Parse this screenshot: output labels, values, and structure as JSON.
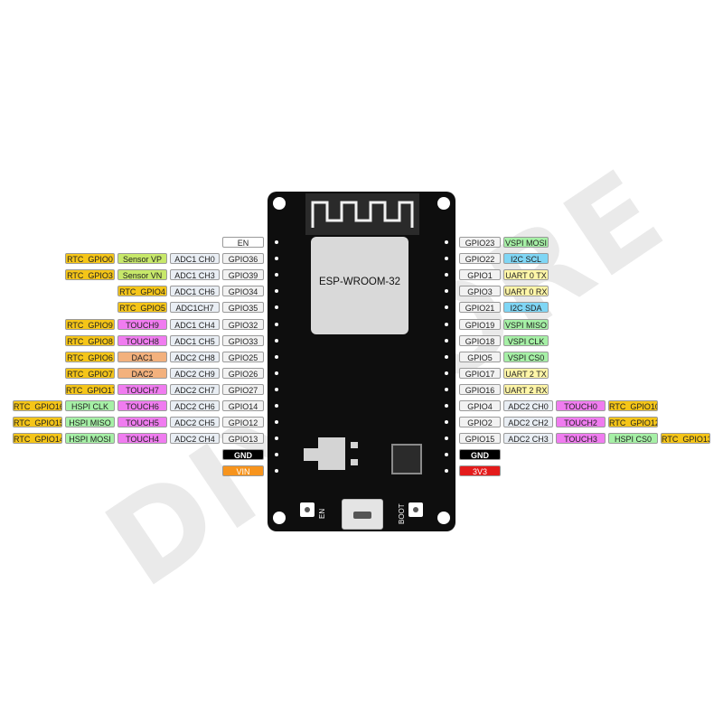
{
  "board": {
    "module_label": "ESP-WROOM-32",
    "button_en_label": "EN",
    "button_boot_label": "BOOT"
  },
  "watermark": "DIYMORE",
  "colors": {
    "rtc": "#f5c518",
    "sensor": "#c7e86a",
    "adc": "#e9eef4",
    "gpio": "#f2f2f2",
    "touch": "#f07cf0",
    "dac": "#f3b17d",
    "hspi": "#a6f0a6",
    "vspi": "#a6f0a6",
    "i2c": "#7fd6f5",
    "uart": "#fff6a8",
    "gnd": "#000000",
    "vin": "#f7941d",
    "v33": "#e41b1b",
    "en": "#ffffff"
  },
  "left_pins": [
    {
      "labels": [
        {
          "text": "EN",
          "type": "en"
        }
      ]
    },
    {
      "labels": [
        {
          "text": "RTC_GPIO0",
          "type": "rtc"
        },
        {
          "text": "Sensor VP",
          "type": "sensor"
        },
        {
          "text": "ADC1 CH0",
          "type": "adc"
        },
        {
          "text": "GPIO36",
          "type": "gpio"
        }
      ]
    },
    {
      "labels": [
        {
          "text": "RTC_GPIO3",
          "type": "rtc"
        },
        {
          "text": "Sensor VN",
          "type": "sensor"
        },
        {
          "text": "ADC1 CH3",
          "type": "adc"
        },
        {
          "text": "GPIO39",
          "type": "gpio"
        }
      ]
    },
    {
      "labels": [
        {
          "text": "RTC_GPIO4",
          "type": "rtc"
        },
        {
          "text": "ADC1 CH6",
          "type": "adc"
        },
        {
          "text": "GPIO34",
          "type": "gpio"
        }
      ]
    },
    {
      "labels": [
        {
          "text": "RTC_GPIO5",
          "type": "rtc"
        },
        {
          "text": "ADC1CH7",
          "type": "adc"
        },
        {
          "text": "GPIO35",
          "type": "gpio"
        }
      ]
    },
    {
      "labels": [
        {
          "text": "RTC_GPIO9",
          "type": "rtc"
        },
        {
          "text": "TOUCH9",
          "type": "touch"
        },
        {
          "text": "ADC1 CH4",
          "type": "adc"
        },
        {
          "text": "GPIO32",
          "type": "gpio"
        }
      ]
    },
    {
      "labels": [
        {
          "text": "RTC_GPIO8",
          "type": "rtc"
        },
        {
          "text": "TOUCH8",
          "type": "touch"
        },
        {
          "text": "ADC1 CH5",
          "type": "adc"
        },
        {
          "text": "GPIO33",
          "type": "gpio"
        }
      ]
    },
    {
      "labels": [
        {
          "text": "RTC_GPIO6",
          "type": "rtc"
        },
        {
          "text": "DAC1",
          "type": "dac"
        },
        {
          "text": "ADC2 CH8",
          "type": "adc"
        },
        {
          "text": "GPIO25",
          "type": "gpio"
        }
      ]
    },
    {
      "labels": [
        {
          "text": "RTC_GPIO7",
          "type": "rtc"
        },
        {
          "text": "DAC2",
          "type": "dac"
        },
        {
          "text": "ADC2 CH9",
          "type": "adc"
        },
        {
          "text": "GPIO26",
          "type": "gpio"
        }
      ]
    },
    {
      "labels": [
        {
          "text": "RTC_GPIO17",
          "type": "rtc"
        },
        {
          "text": "TOUCH7",
          "type": "touch"
        },
        {
          "text": "ADC2 CH7",
          "type": "adc"
        },
        {
          "text": "GPIO27",
          "type": "gpio"
        }
      ]
    },
    {
      "labels": [
        {
          "text": "RTC_GPIO16",
          "type": "rtc"
        },
        {
          "text": "HSPI CLK",
          "type": "hspi"
        },
        {
          "text": "TOUCH6",
          "type": "touch"
        },
        {
          "text": "ADC2 CH6",
          "type": "adc"
        },
        {
          "text": "GPIO14",
          "type": "gpio"
        }
      ]
    },
    {
      "labels": [
        {
          "text": "RTC_GPIO15",
          "type": "rtc"
        },
        {
          "text": "HSPI MISO",
          "type": "hspi"
        },
        {
          "text": "TOUCH5",
          "type": "touch"
        },
        {
          "text": "ADC2 CH5",
          "type": "adc"
        },
        {
          "text": "GPIO12",
          "type": "gpio"
        }
      ]
    },
    {
      "labels": [
        {
          "text": "RTC_GPIO14",
          "type": "rtc"
        },
        {
          "text": "HSPI MOSI",
          "type": "hspi"
        },
        {
          "text": "TOUCH4",
          "type": "touch"
        },
        {
          "text": "ADC2 CH4",
          "type": "adc"
        },
        {
          "text": "GPIO13",
          "type": "gpio"
        }
      ]
    },
    {
      "labels": [
        {
          "text": "GND",
          "type": "gnd"
        }
      ]
    },
    {
      "labels": [
        {
          "text": "VIN",
          "type": "vin"
        }
      ]
    }
  ],
  "right_pins": [
    {
      "labels": [
        {
          "text": "GPIO23",
          "type": "gpio"
        },
        {
          "text": "VSPI MOSI",
          "type": "vspi"
        }
      ]
    },
    {
      "labels": [
        {
          "text": "GPIO22",
          "type": "gpio"
        },
        {
          "text": "I2C SCL",
          "type": "i2c"
        }
      ]
    },
    {
      "labels": [
        {
          "text": "GPIO1",
          "type": "gpio"
        },
        {
          "text": "UART 0 TX",
          "type": "uart"
        }
      ]
    },
    {
      "labels": [
        {
          "text": "GPIO3",
          "type": "gpio"
        },
        {
          "text": "UART 0 RX",
          "type": "uart"
        }
      ]
    },
    {
      "labels": [
        {
          "text": "GPIO21",
          "type": "gpio"
        },
        {
          "text": "I2C SDA",
          "type": "i2c"
        }
      ]
    },
    {
      "labels": [
        {
          "text": "GPIO19",
          "type": "gpio"
        },
        {
          "text": "VSPI MISO",
          "type": "vspi"
        }
      ]
    },
    {
      "labels": [
        {
          "text": "GPIO18",
          "type": "gpio"
        },
        {
          "text": "VSPI CLK",
          "type": "vspi"
        }
      ]
    },
    {
      "labels": [
        {
          "text": "GPIO5",
          "type": "gpio"
        },
        {
          "text": "VSPI CS0",
          "type": "vspi"
        }
      ]
    },
    {
      "labels": [
        {
          "text": "GPIO17",
          "type": "gpio"
        },
        {
          "text": "UART 2 TX",
          "type": "uart"
        }
      ]
    },
    {
      "labels": [
        {
          "text": "GPIO16",
          "type": "gpio"
        },
        {
          "text": "UART 2 RX",
          "type": "uart"
        }
      ]
    },
    {
      "labels": [
        {
          "text": "GPIO4",
          "type": "gpio"
        },
        {
          "text": "ADC2 CH0",
          "type": "adc"
        },
        {
          "text": "TOUCH0",
          "type": "touch"
        },
        {
          "text": "RTC_GPIO10",
          "type": "rtc"
        }
      ]
    },
    {
      "labels": [
        {
          "text": "GPIO2",
          "type": "gpio"
        },
        {
          "text": "ADC2 CH2",
          "type": "adc"
        },
        {
          "text": "TOUCH2",
          "type": "touch"
        },
        {
          "text": "RTC_GPIO12",
          "type": "rtc"
        }
      ]
    },
    {
      "labels": [
        {
          "text": "GPIO15",
          "type": "gpio"
        },
        {
          "text": "ADC2 CH3",
          "type": "adc"
        },
        {
          "text": "TOUCH3",
          "type": "touch"
        },
        {
          "text": "HSPI CS0",
          "type": "hspi"
        },
        {
          "text": "RTC_GPIO13",
          "type": "rtc"
        }
      ]
    },
    {
      "labels": [
        {
          "text": "GND",
          "type": "gnd"
        }
      ]
    },
    {
      "labels": [
        {
          "text": "3V3",
          "type": "v33"
        }
      ]
    }
  ]
}
